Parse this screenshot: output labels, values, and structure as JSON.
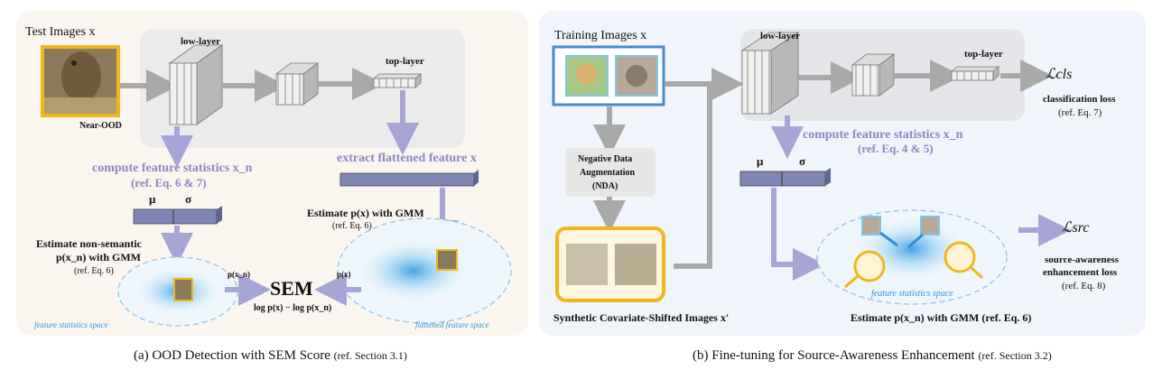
{
  "panel_a": {
    "test_images_label": "Test Images x",
    "near_ood_label": "Near-OOD",
    "low_layer_label": "low-layer",
    "top_layer_label": "top-layer",
    "compute_stats_label": "compute feature statistics x_n",
    "compute_stats_ref": "(ref. Eq. 6 & 7)",
    "extract_flattened_label": "extract flattened feature x",
    "mu_label": "μ",
    "sigma_label": "σ",
    "estimate_nonsemantic_line1": "Estimate non-semantic",
    "estimate_nonsemantic_line2": "p(x_n) with GMM",
    "estimate_nonsemantic_ref": "(ref. Eq. 6)",
    "estimate_px_line1": "Estimate p(x) with GMM",
    "estimate_px_ref": "(ref. Eq. 6)",
    "pxn_arrow_label": "p(x_n)",
    "px_arrow_label": "p(x)",
    "sem_label": "SEM",
    "sem_formula": "log p(x) − log p(x_n)",
    "feature_stats_space": "feature statistics space",
    "flattened_feature_space": "flattened feature space",
    "caption_main": "(a) OOD Detection with SEM Score",
    "caption_ref": "(ref. Section 3.1)"
  },
  "panel_b": {
    "training_images_label": "Training Images x",
    "low_layer_label": "low-layer",
    "top_layer_label": "top-layer",
    "l_cls": "ℒcls",
    "classification_loss": "classification loss",
    "classification_ref": "(ref. Eq. 7)",
    "compute_stats_label": "compute feature statistics x_n",
    "compute_stats_ref": "(ref. Eq. 4 & 5)",
    "mu_label": "μ",
    "sigma_label": "σ",
    "nda_line1": "Negative Data",
    "nda_line2": "Augmentation",
    "nda_line3": "(NDA)",
    "l_src": "ℒsrc",
    "source_awareness_line1": "source-awareness",
    "source_awareness_line2": "enhancement loss",
    "source_awareness_ref": "(ref. Eq. 8)",
    "feature_stats_space": "feature statistics space",
    "synthetic_label": "Synthetic Covariate-Shifted Images x′",
    "estimate_gmm_label": "Estimate p(x_n) with GMM (ref. Eq. 6)",
    "caption_main": "(b) Fine-tuning for Source-Awareness Enhancement",
    "caption_ref": "(ref. Section 3.2)"
  },
  "colors": {
    "panel_a_bg": "#fbf5ef",
    "panel_b_bg": "#eff5fa",
    "arrow_gray": "#a9a9a9",
    "arrow_purple": "#a7a4d6",
    "feature_bar": "#7f86b6",
    "highlight_orange": "#f2b61d",
    "frame_blue": "#4a89c8"
  }
}
